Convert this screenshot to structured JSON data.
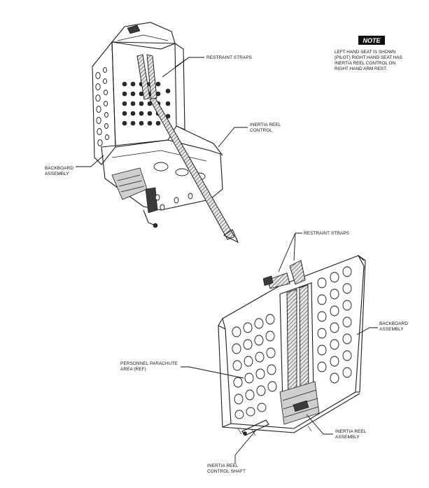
{
  "note": {
    "badge": "NOTE",
    "lines": [
      "LEFT HAND SEAT IS SHOWN",
      "(PILOT) RIGHT HAND SEAT HAS",
      "INERTIA REEL CONTROL ON",
      "RIGHT HAND ARM REST."
    ]
  },
  "labels": {
    "restraint_straps_top": "RESTRAINT STRAPS",
    "inertia_reel_control": [
      "INERTIA REEL",
      "CONTROL"
    ],
    "backboard_assembly_left": [
      "BACKBOARD",
      "ASSEMBLY"
    ],
    "restraint_straps_bottom": "RESTRAINT STRAPS",
    "backboard_assembly_right": [
      "BACKBOARD",
      "ASSEMBLY"
    ],
    "personnel_parachute_area": [
      "PERSONNEL PARACHUTE",
      "AREA (REF)"
    ],
    "inertia_reel_assembly": [
      "INERTIA REEL",
      "ASSEMBLY"
    ],
    "inertia_reel_control_shaft": [
      "INERTIA REEL",
      "CONTROL SHAFT"
    ]
  }
}
